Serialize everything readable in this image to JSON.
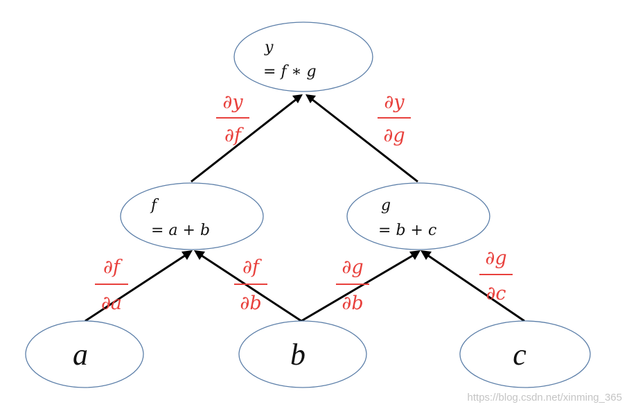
{
  "nodes": {
    "y": {
      "line1": "y",
      "line2_prefix": "= ",
      "line2_a": "f",
      "line2_op": " ∗ ",
      "line2_b": "g"
    },
    "f": {
      "line1": "f",
      "line2_prefix": "= ",
      "line2_a": "a",
      "line2_op": " + ",
      "line2_b": "b"
    },
    "g": {
      "line1": "g",
      "line2_prefix": "= ",
      "line2_a": "b",
      "line2_op": " + ",
      "line2_b": "c"
    },
    "a": {
      "label": "a"
    },
    "b": {
      "label": "b"
    },
    "c": {
      "label": "c"
    }
  },
  "gradients": {
    "dy_df": {
      "numerator": "∂y",
      "denominator": "∂f"
    },
    "dy_dg": {
      "numerator": "∂y",
      "denominator": "∂g"
    },
    "df_da": {
      "numerator": "∂f",
      "denominator": "∂a"
    },
    "df_db": {
      "numerator": "∂f",
      "denominator": "∂b"
    },
    "dg_db": {
      "numerator": "∂g",
      "denominator": "∂b"
    },
    "dg_dc": {
      "numerator": "∂g",
      "denominator": "∂c"
    }
  },
  "watermark": "https://blog.csdn.net/xinming_365",
  "colors": {
    "node_border": "#5b7ea8",
    "gradient_text": "#e8403c",
    "edge": "#000000"
  }
}
